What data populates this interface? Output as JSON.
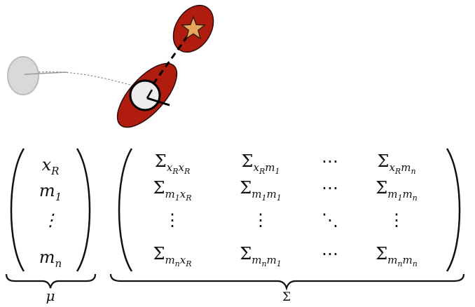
{
  "colors": {
    "ellipse_fill": "#b01c0e",
    "ellipse_stroke": "#2a0a06",
    "star_fill": "#e7a45c",
    "robot_fill": "#ededed",
    "ghost_fill": "#d9d9d9",
    "ink": "#111111"
  },
  "icons": {
    "robot": "robot-circle-icon",
    "landmark": "star-icon",
    "previous_pose": "ghost-robot-icon"
  },
  "mean_vector": {
    "entries": [
      {
        "base": "x",
        "sub": "R",
        "subsub": ""
      },
      {
        "base": "m",
        "sub": "1",
        "subsub": ""
      },
      {
        "base": "⋮",
        "sub": "",
        "subsub": ""
      },
      {
        "base": "m",
        "sub": "n",
        "subsub": ""
      }
    ],
    "brace_label": "μ"
  },
  "covariance_matrix": {
    "symbol": "Σ",
    "rows": [
      [
        {
          "kind": "entry",
          "a": "x",
          "asub": "R",
          "b": "x",
          "bsub": "R"
        },
        {
          "kind": "entry",
          "a": "x",
          "asub": "R",
          "b": "m",
          "bsub": "1"
        },
        {
          "kind": "dots",
          "text": "⋯"
        },
        {
          "kind": "entry",
          "a": "x",
          "asub": "R",
          "b": "m",
          "bsub": "n"
        }
      ],
      [
        {
          "kind": "entry",
          "a": "m",
          "asub": "1",
          "b": "x",
          "bsub": "R"
        },
        {
          "kind": "entry",
          "a": "m",
          "asub": "1",
          "b": "m",
          "bsub": "1"
        },
        {
          "kind": "dots",
          "text": "⋯"
        },
        {
          "kind": "entry",
          "a": "m",
          "asub": "1",
          "b": "m",
          "bsub": "n"
        }
      ],
      [
        {
          "kind": "dots",
          "text": "⋮"
        },
        {
          "kind": "dots",
          "text": "⋮"
        },
        {
          "kind": "dots",
          "text": "⋱"
        },
        {
          "kind": "dots",
          "text": "⋮"
        }
      ],
      [
        {
          "kind": "entry",
          "a": "m",
          "asub": "n",
          "b": "x",
          "bsub": "R"
        },
        {
          "kind": "entry",
          "a": "m",
          "asub": "n",
          "b": "m",
          "bsub": "1"
        },
        {
          "kind": "dots",
          "text": "⋯"
        },
        {
          "kind": "entry",
          "a": "m",
          "asub": "n",
          "b": "m",
          "bsub": "n"
        }
      ]
    ],
    "brace_label": "Σ"
  }
}
